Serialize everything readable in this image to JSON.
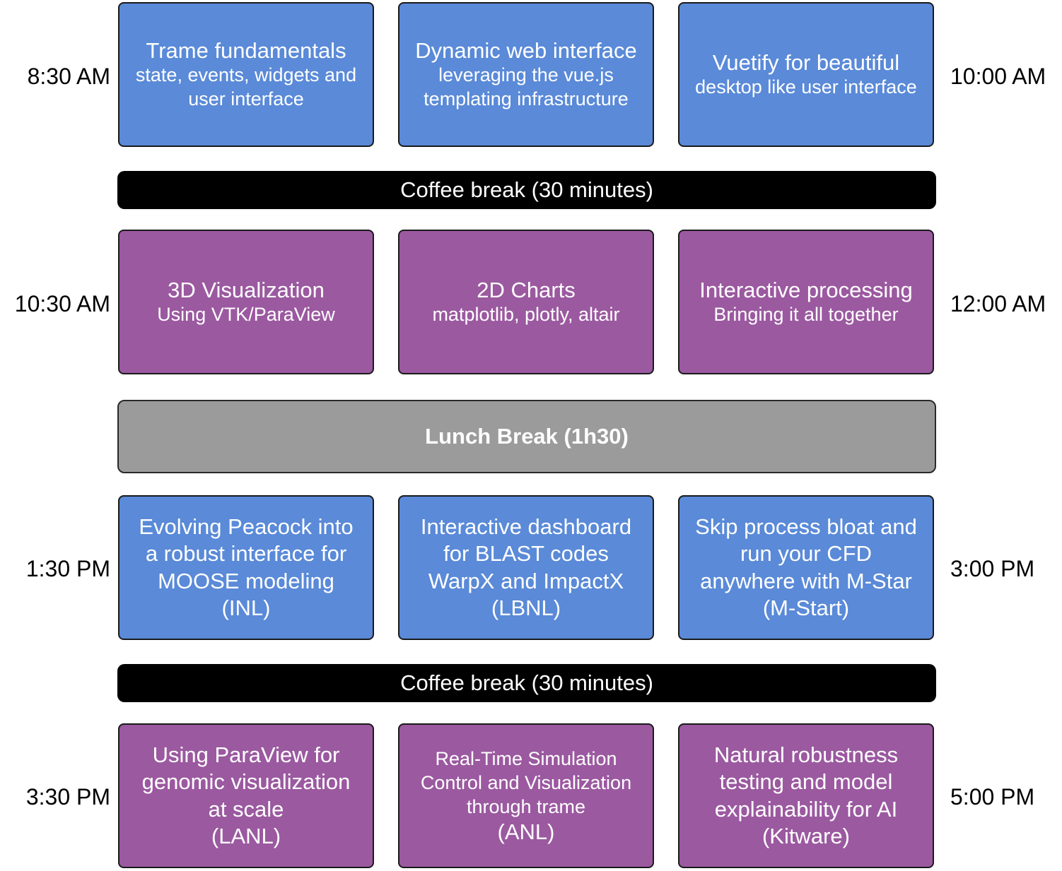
{
  "times": {
    "row1": {
      "start": "8:30 AM",
      "end": "10:00 AM"
    },
    "row2": {
      "start": "10:30 AM",
      "end": "12:00 AM"
    },
    "row3": {
      "start": "1:30 PM",
      "end": "3:00 PM"
    },
    "row4": {
      "start": "3:30 PM",
      "end": "5:00 PM"
    }
  },
  "breaks": {
    "coffee1": "Coffee break (30 minutes)",
    "lunch": "Lunch Break (1h30)",
    "coffee2": "Coffee break (30 minutes)"
  },
  "sessions": {
    "row1": [
      {
        "title": "Trame fundamentals",
        "subtitle": [
          "state, events, widgets and",
          "user interface"
        ]
      },
      {
        "title": "Dynamic web interface",
        "subtitle": [
          "leveraging the vue.js",
          "templating infrastructure"
        ]
      },
      {
        "title": "Vuetify for beautiful",
        "subtitle": [
          "desktop like user interface"
        ]
      }
    ],
    "row2": [
      {
        "title": "3D Visualization",
        "subtitle": [
          "Using VTK/ParaView"
        ]
      },
      {
        "title": "2D Charts",
        "subtitle": [
          "matplotlib, plotly, altair"
        ]
      },
      {
        "title": "Interactive processing",
        "subtitle": [
          "Bringing it all together"
        ]
      }
    ],
    "row3": [
      {
        "lines": [
          "Evolving Peacock into",
          "a robust interface for",
          "MOOSE modeling",
          "(INL)"
        ]
      },
      {
        "lines": [
          "Interactive dashboard",
          "for BLAST codes",
          "WarpX and ImpactX",
          "(LBNL)"
        ]
      },
      {
        "lines": [
          "Skip process bloat and",
          "run your CFD",
          "anywhere with M-Star",
          "(M-Start)"
        ]
      }
    ],
    "row4": [
      {
        "lines": [
          "Using ParaView for",
          "genomic visualization",
          "at scale",
          "(LANL)"
        ]
      },
      {
        "small_lines": [
          "Real-Time Simulation",
          "Control and Visualization",
          "through trame"
        ],
        "org": "(ANL)"
      },
      {
        "lines": [
          "Natural robustness",
          "testing and model",
          "explainability for AI",
          "(Kitware)"
        ]
      }
    ]
  },
  "colors": {
    "blue": "#5a8ad8",
    "purple": "#9b59a0",
    "coffee": "#000000",
    "lunch": "#9b9b9b"
  }
}
